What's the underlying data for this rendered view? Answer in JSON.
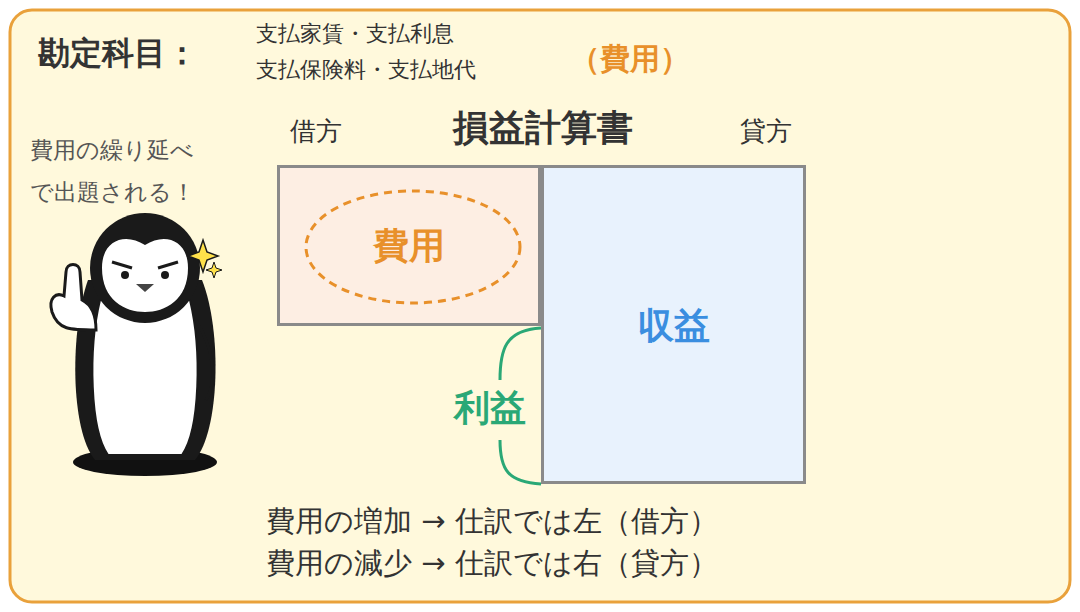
{
  "diagram": {
    "title": "勘定科目：",
    "nodes": [
      {
        "text": [
          "費用"
        ]
      },
      {
        "text": [
          "収益"
        ]
      }
    ],
    "labels": [
      "支払家賃・支払利息",
      "支払保険料・支払地代",
      "（費用）",
      "借方",
      "損益計算書",
      "貸方",
      "費用の繰り延べ",
      "で出題される！",
      "利益",
      "費用の増加 → 仕訳では左（借方）",
      "費用の減少 → 仕訳では右（貸方）"
    ]
  }
}
